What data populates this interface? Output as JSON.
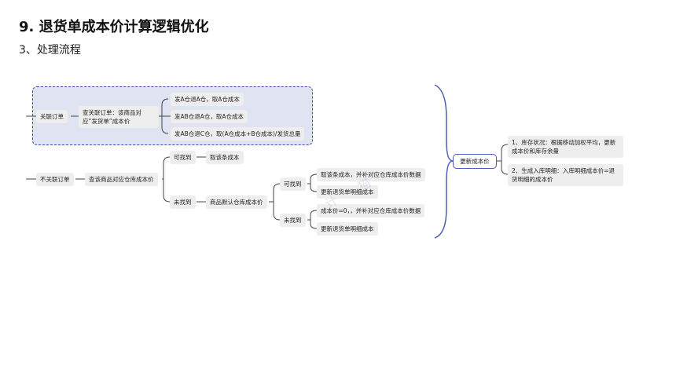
{
  "title": "9. 退货单成本价计算逻辑优化",
  "subtitle": "3、处理流程",
  "watermark": "计 · 猫",
  "colors": {
    "group_fill": "#dfe3f2",
    "group_border": "#3c4fa8",
    "center_border": "#4c5db5",
    "node_fill": "#eeeeee",
    "line": "#444444",
    "brace": "#4c5db5"
  },
  "nodes": {
    "linked_order": "关联订单",
    "check_linked": "查关联订单：该商品对应“发货单”成本价",
    "ship_a": "发A仓退A仓，取A仓成本",
    "ship_ab_a": "发AB仓退A仓，取A仓成本",
    "ship_ab_c": "发AB仓退C仓，取(A仓成本+B仓成本)/发货总量",
    "unlinked_order": "不关联订单",
    "query_wh_cost": "查该商品对应仓库成本价",
    "found1": "可找到",
    "take_cost1": "取该条成本",
    "not_found1": "未找到",
    "default_wh_cost": "商品默认仓库成本价",
    "found2": "可找到",
    "take_cost2": "取该条成本，并补对应仓库成本价数据",
    "update_detail1": "更新退货单明细成本",
    "not_found2": "未找到",
    "zero_cost": "成本价=0，，并补对应仓库成本价数据",
    "update_detail2": "更新退货单明细成本",
    "update_cost": "更新成本价",
    "inventory": "1、库存状况：根据移动加权平均，更新成本价和库存余量",
    "inbound": "2、生成入库明细：入库明细成本价=退货明细的成本价"
  }
}
